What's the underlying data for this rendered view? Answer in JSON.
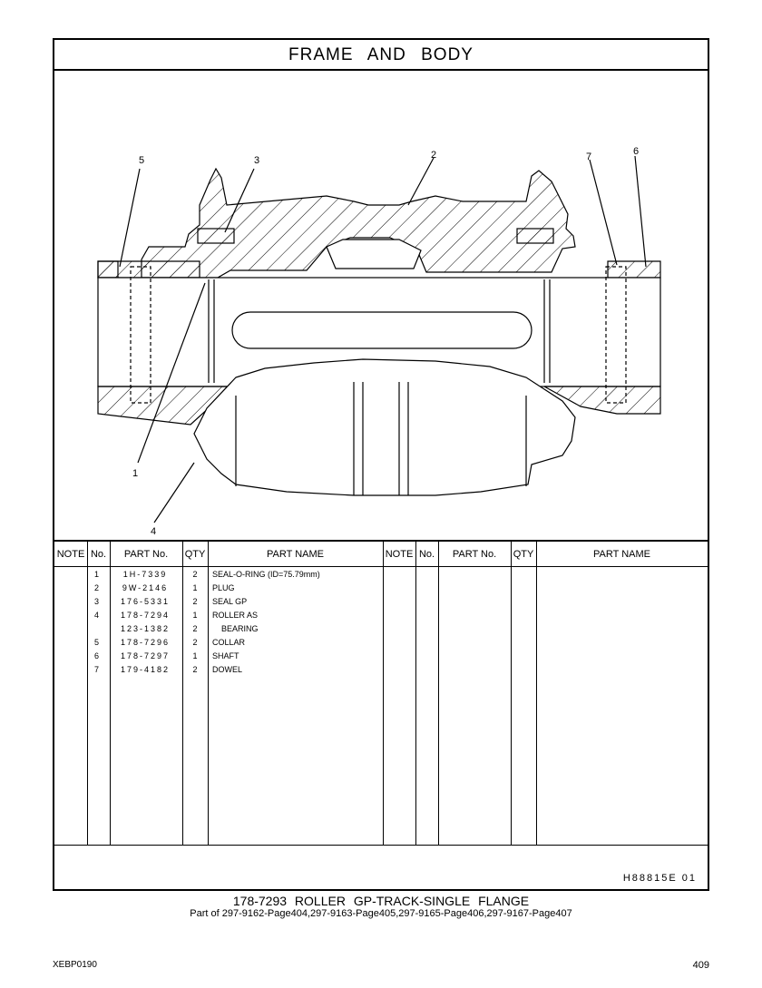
{
  "title": "FRAME AND BODY",
  "callouts": [
    "5",
    "3",
    "2",
    "7",
    "6",
    "1",
    "4"
  ],
  "table": {
    "headers": [
      "NOTE",
      "No.",
      "PART No.",
      "QTY",
      "PART NAME",
      "NOTE",
      "No.",
      "PART No.",
      "QTY",
      "PART NAME"
    ],
    "rows": [
      {
        "no": "1",
        "part_no": "1H-7339",
        "qty": "2",
        "name": "SEAL-O-RING (ID=75.79mm)"
      },
      {
        "no": "2",
        "part_no": "9W-2146",
        "qty": "1",
        "name": "PLUG"
      },
      {
        "no": "3",
        "part_no": "176-5331",
        "qty": "2",
        "name": "SEAL GP"
      },
      {
        "no": "4",
        "part_no": "178-7294",
        "qty": "1",
        "name": "ROLLER AS"
      },
      {
        "no": "",
        "part_no": "123-1382",
        "qty": "2",
        "name": "BEARING"
      },
      {
        "no": "5",
        "part_no": "178-7296",
        "qty": "2",
        "name": "COLLAR"
      },
      {
        "no": "6",
        "part_no": "178-7297",
        "qty": "1",
        "name": "SHAFT"
      },
      {
        "no": "7",
        "part_no": "179-4182",
        "qty": "2",
        "name": "DOWEL"
      }
    ]
  },
  "illustration_code": "H88815E 01",
  "caption": "178-7293 ROLLER GP-TRACK-SINGLE FLANGE",
  "subcaption": "Part of 297-9162-Page404,297-9163-Page405,297-9165-Page406,297-9167-Page407",
  "doc_id": "XEBP0190",
  "page_number": "409"
}
